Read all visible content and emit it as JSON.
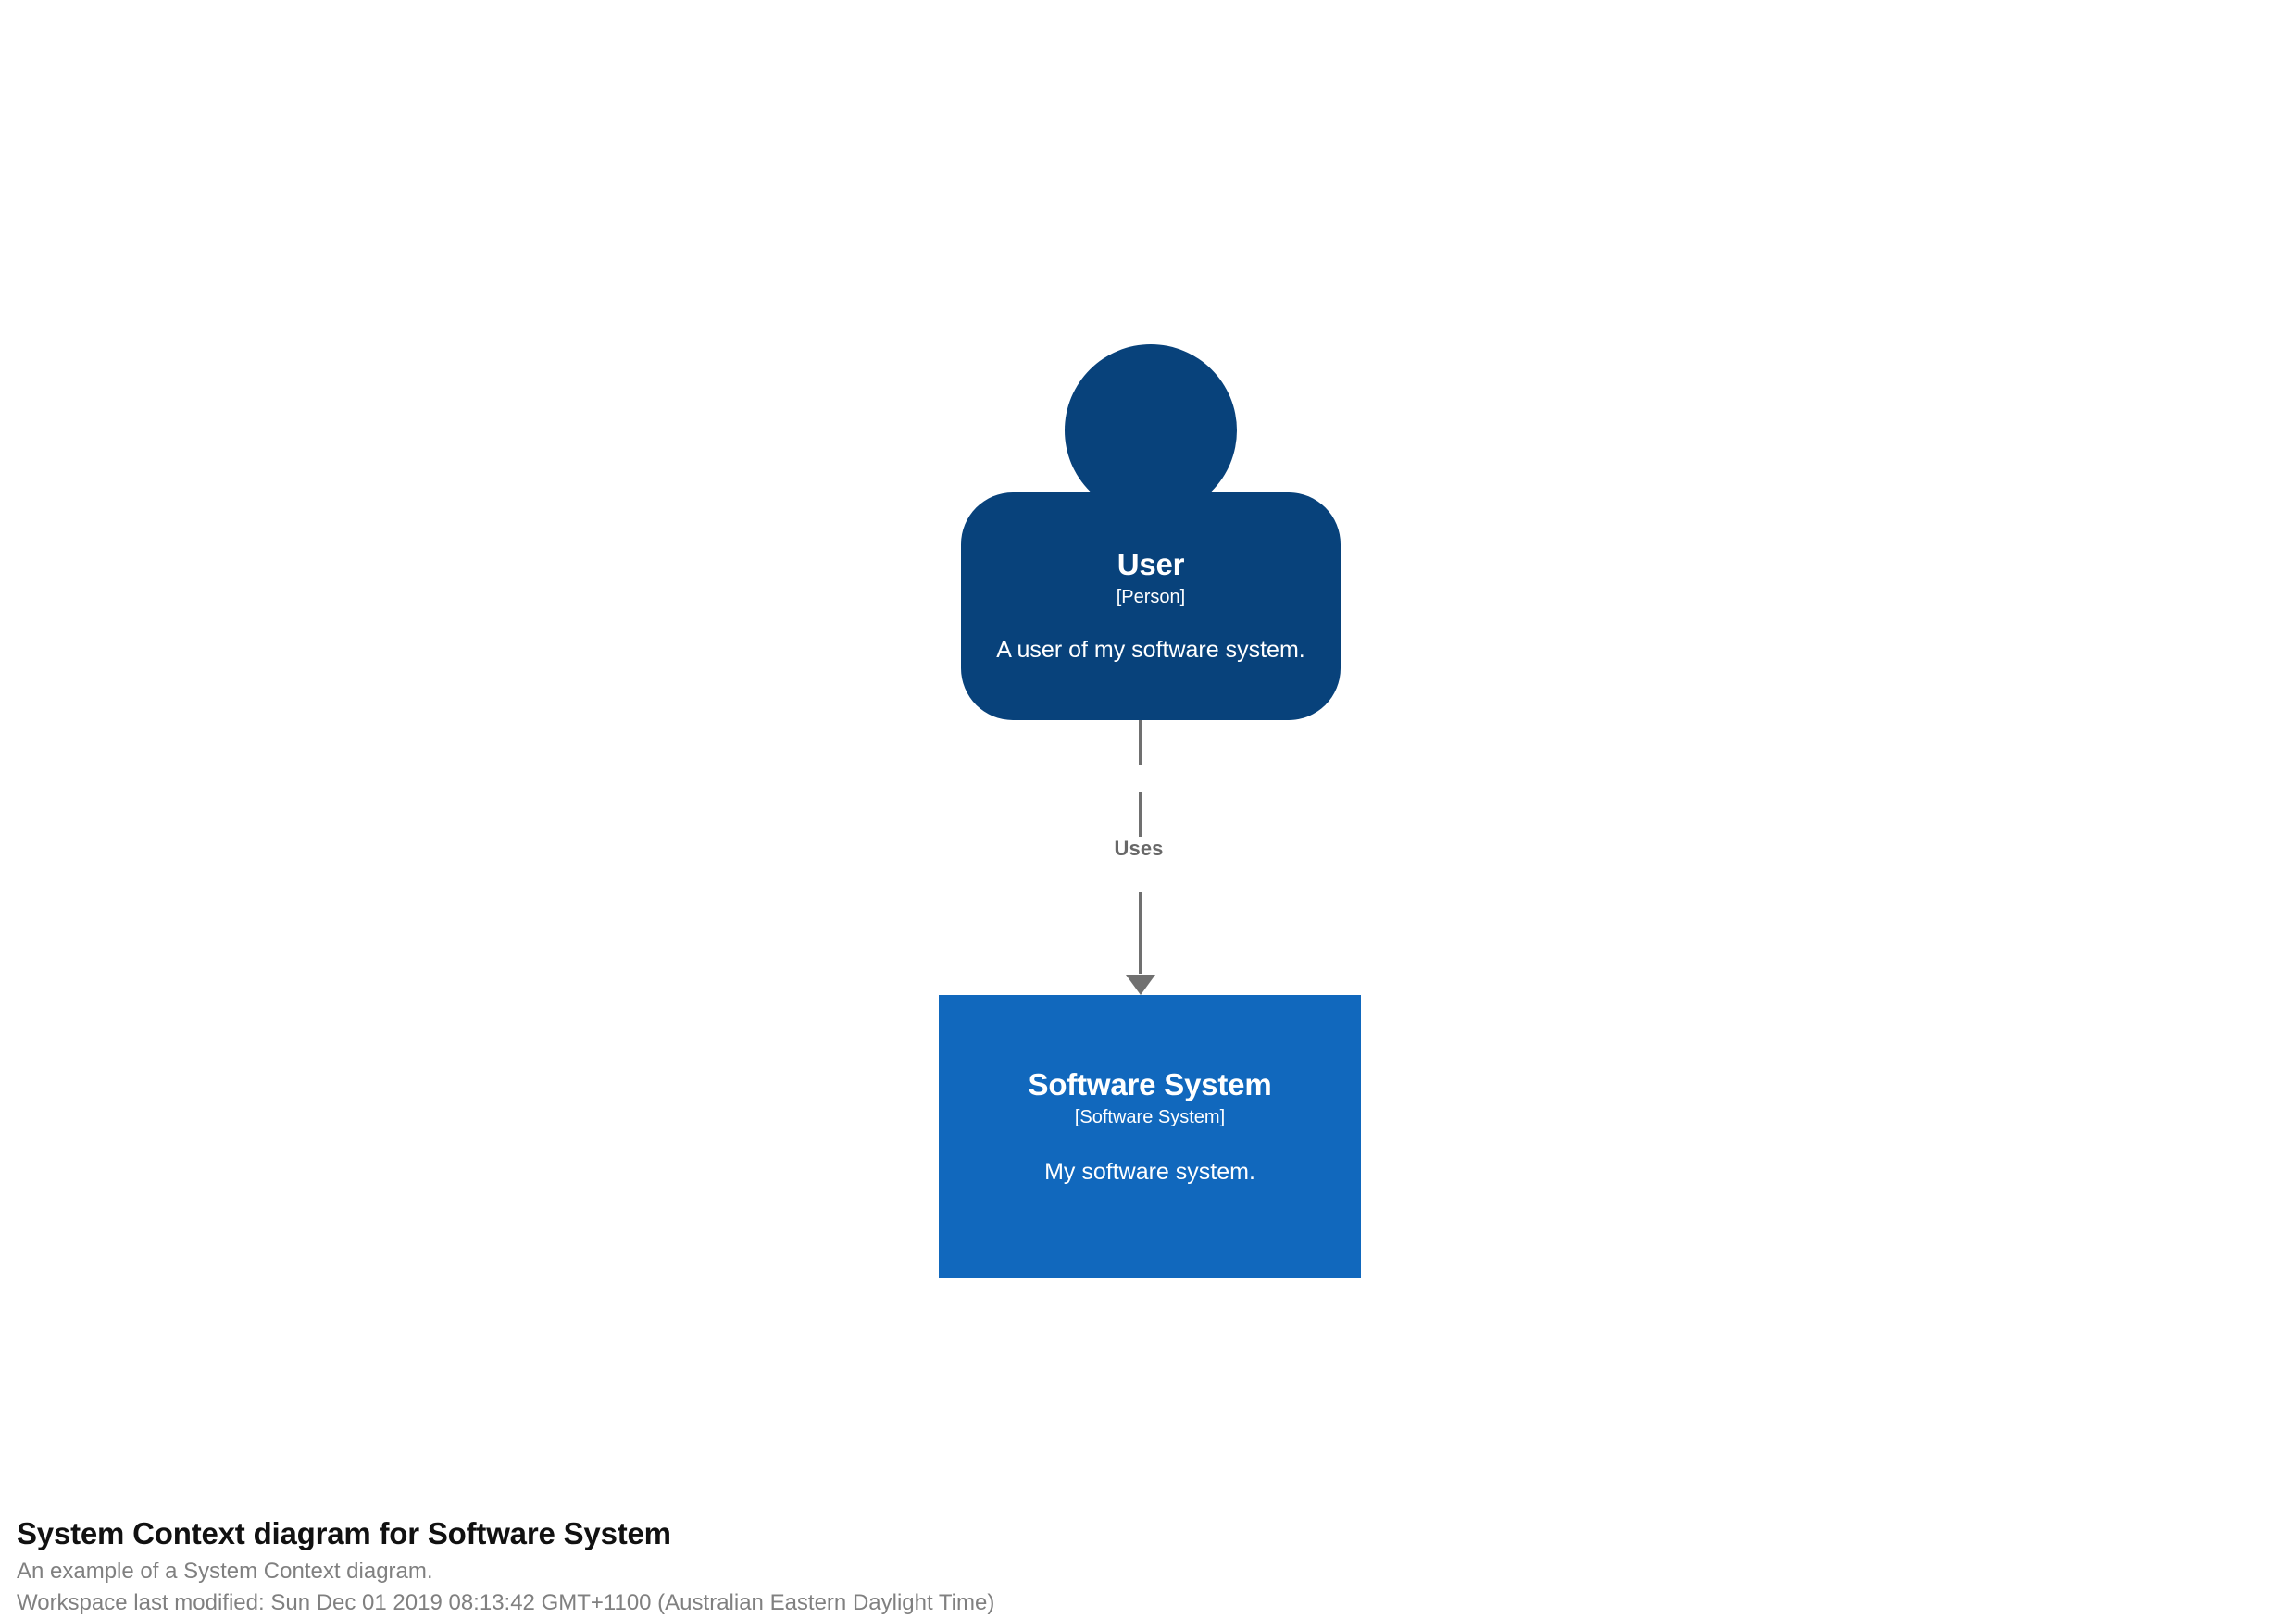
{
  "diagram": {
    "type": "c4-system-context",
    "background_color": "#ffffff",
    "elements": [
      {
        "shape": "person",
        "name": "User",
        "type_label": "[Person]",
        "description": "A user of my software system.",
        "color": "#08427B",
        "text_color": "#ffffff"
      },
      {
        "shape": "box",
        "name": "Software System",
        "type_label": "[Software System]",
        "description": "My software system.",
        "color": "#1168BD",
        "text_color": "#ffffff"
      }
    ],
    "relationships": [
      {
        "label": "Uses",
        "from": "User",
        "to": "Software System",
        "style": "dashed",
        "color": "#707070",
        "arrow": "arrowhead-down-icon"
      }
    ]
  },
  "caption": {
    "title": "System Context diagram for Software System",
    "subtitle": "An example of a System Context diagram.",
    "metadata": "Workspace last modified: Sun Dec 01 2019 08:13:42 GMT+1100 (Australian Eastern Daylight Time)"
  }
}
